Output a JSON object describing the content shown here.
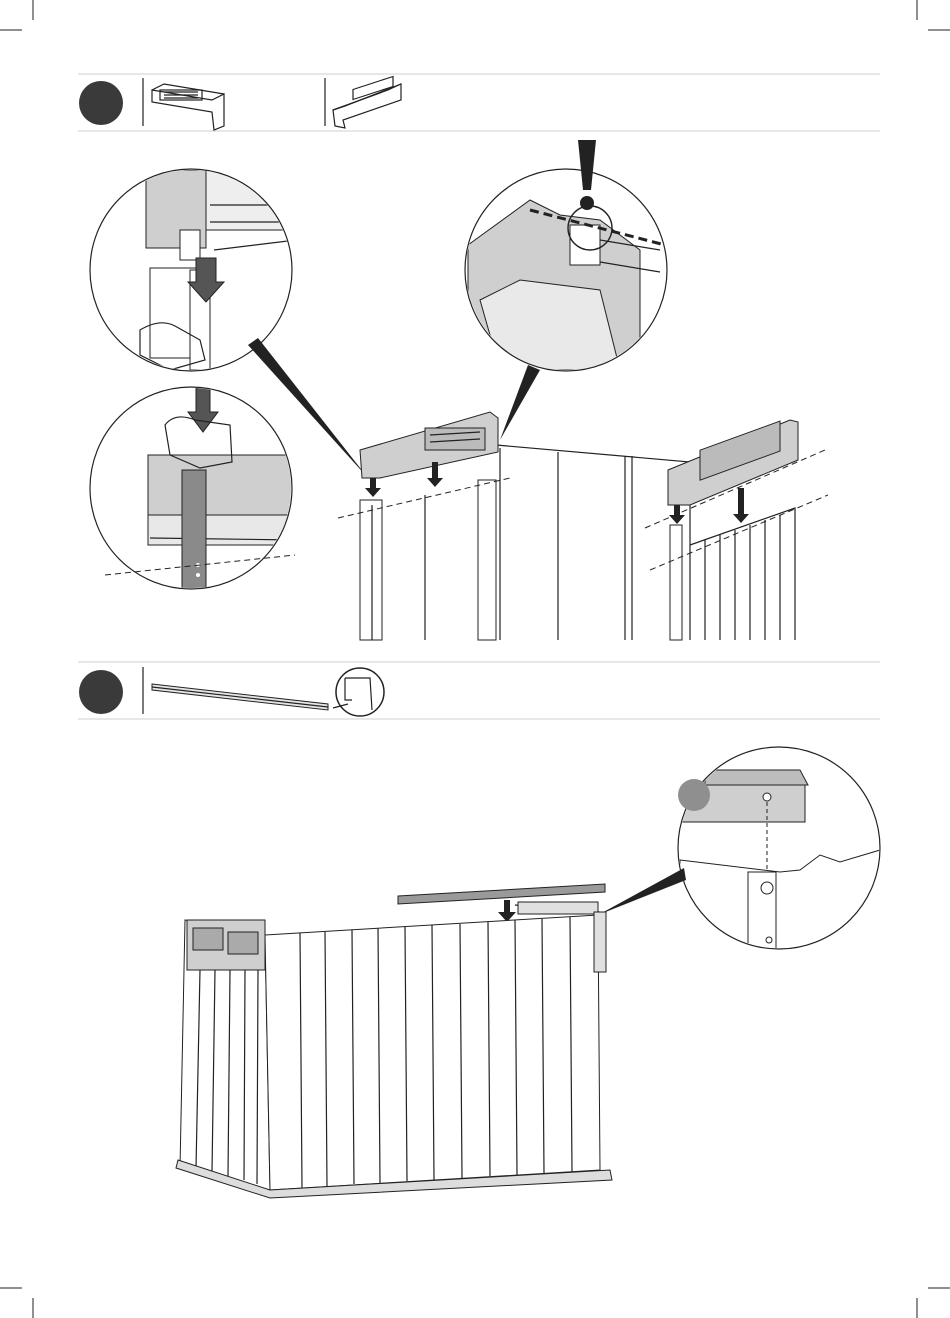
{
  "steps": [
    {
      "step_id": "step-vents",
      "parts": [
        "vent-left-part",
        "vent-right-part"
      ]
    },
    {
      "step_id": "step-top-rail",
      "parts": [
        "rail-part",
        "rail-profile-detail"
      ]
    }
  ],
  "colors": {
    "ink": "#222222",
    "badge": "#3a3a3a",
    "panel_grey": "#cfcfcf",
    "post_grey": "#8a8a8a",
    "rule": "#cfcfcf"
  },
  "icons": [
    "down-arrow-icon",
    "warning-exclamation-icon",
    "hand-icon"
  ]
}
